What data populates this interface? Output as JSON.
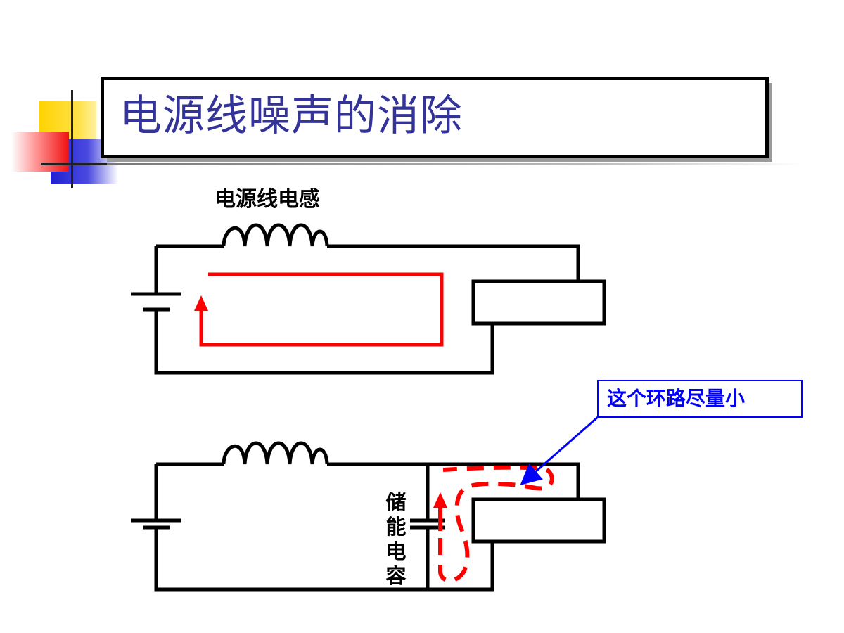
{
  "slide": {
    "title": "电源线噪声的消除"
  },
  "diagram": {
    "inductor_label": "电源线电感",
    "capacitor_label": [
      "储",
      "能",
      "电",
      "容"
    ],
    "callout_text": "这个环路尽量小",
    "colors": {
      "title_text": "#33339a",
      "wire": "#000000",
      "current_loop": "#ff0000",
      "callout": "#0000ff"
    }
  }
}
